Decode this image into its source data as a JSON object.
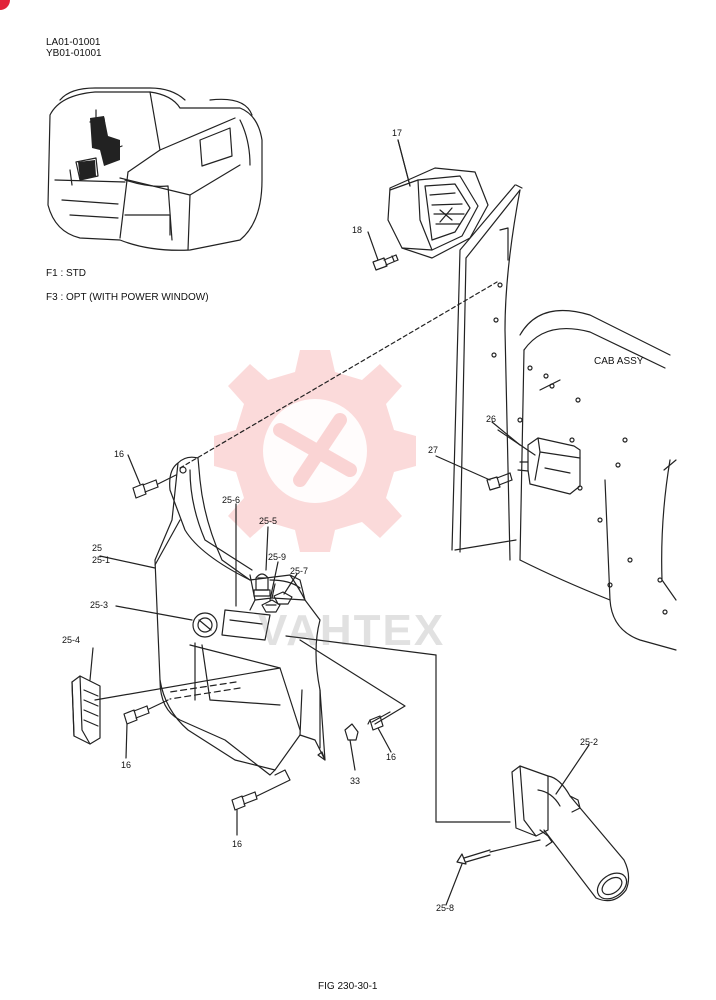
{
  "header": {
    "codes": [
      "LA01-01001",
      "YB01-01001"
    ]
  },
  "options": [
    "F1 : STD",
    "F3 : OPT (WITH POWER WINDOW)"
  ],
  "assembly_label": "CAB ASSY",
  "watermark": {
    "text": "VAHTEX",
    "color": "#f07a7a"
  },
  "callouts": [
    "17",
    "18",
    "16",
    "27",
    "26",
    "25",
    "25-1",
    "25-6",
    "25-5",
    "25-9",
    "25-7",
    "25-3",
    "25-4",
    "16",
    "16",
    "33",
    "16",
    "25-2",
    "25-8"
  ],
  "figure_caption": "FIG 230-30-1",
  "accent_color": "#e2233a"
}
